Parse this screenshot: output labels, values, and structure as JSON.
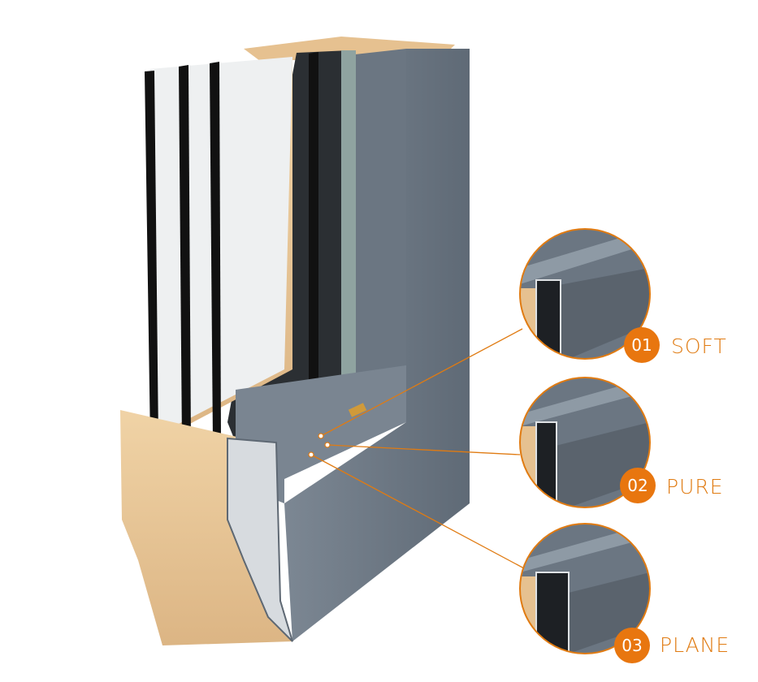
{
  "variants": [
    {
      "number": "01",
      "name": "SOFT"
    },
    {
      "number": "02",
      "name": "PURE"
    },
    {
      "number": "03",
      "name": "PLANE"
    }
  ],
  "colors": {
    "accent": "#e8760f",
    "aluminium": "#6f7a86",
    "wood": "#e9c99a",
    "glass_edge": "#1a1a1a"
  }
}
